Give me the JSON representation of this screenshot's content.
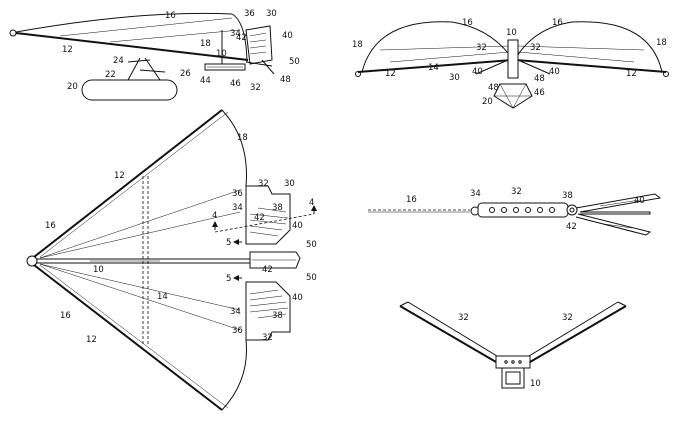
{
  "labels": {
    "n4": "4",
    "n5": "5",
    "n10": "10",
    "n12": "12",
    "n14": "14",
    "n16": "16",
    "n18": "18",
    "n20": "20",
    "n22": "22",
    "n24": "24",
    "n26": "26",
    "n30": "30",
    "n32": "32",
    "n34": "34",
    "n36": "36",
    "n38": "38",
    "n40": "40",
    "n42": "42",
    "n44": "44",
    "n46": "46",
    "n48": "48",
    "n50": "50"
  }
}
